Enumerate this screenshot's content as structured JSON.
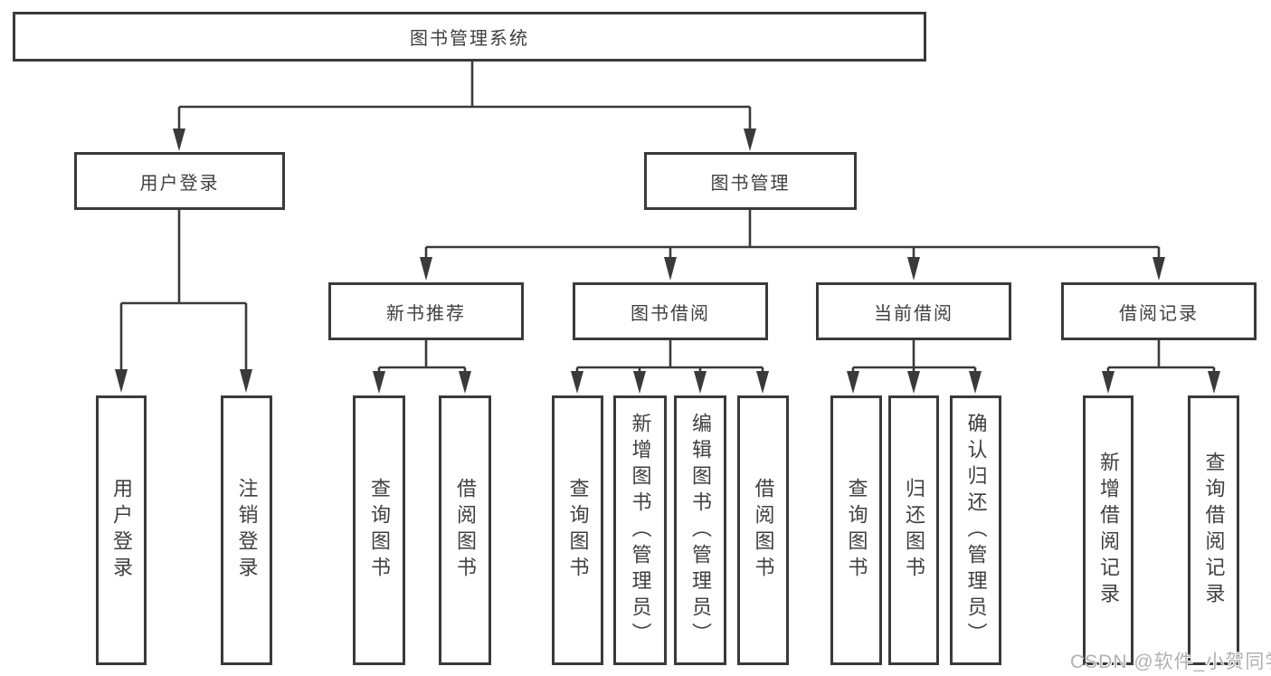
{
  "diagram": {
    "root": {
      "label": "图书管理系统"
    },
    "branches": [
      {
        "label": "用户登录",
        "children": [
          {
            "label": "用户登录"
          },
          {
            "label": "注销登录"
          }
        ]
      },
      {
        "label": "图书管理",
        "children": [
          {
            "label": "新书推荐",
            "children": [
              {
                "label": "查询图书"
              },
              {
                "label": "借阅图书"
              }
            ]
          },
          {
            "label": "图书借阅",
            "children": [
              {
                "label": "查询图书"
              },
              {
                "label": "新增图书（管理员）"
              },
              {
                "label": "编辑图书（管理员）"
              },
              {
                "label": "借阅图书"
              }
            ]
          },
          {
            "label": "当前借阅",
            "children": [
              {
                "label": "查询图书"
              },
              {
                "label": "归还图书"
              },
              {
                "label": "确认归还（管理员）"
              }
            ]
          },
          {
            "label": "借阅记录",
            "children": [
              {
                "label": "新增借阅记录"
              },
              {
                "label": "查询借阅记录"
              }
            ]
          }
        ]
      }
    ]
  },
  "watermark": {
    "text": "CSDN @软件_小贺同学"
  },
  "colors": {
    "line": "#3a3a3a",
    "text": "#404040",
    "background": "#ffffff",
    "watermark": "#b2b2b2"
  }
}
